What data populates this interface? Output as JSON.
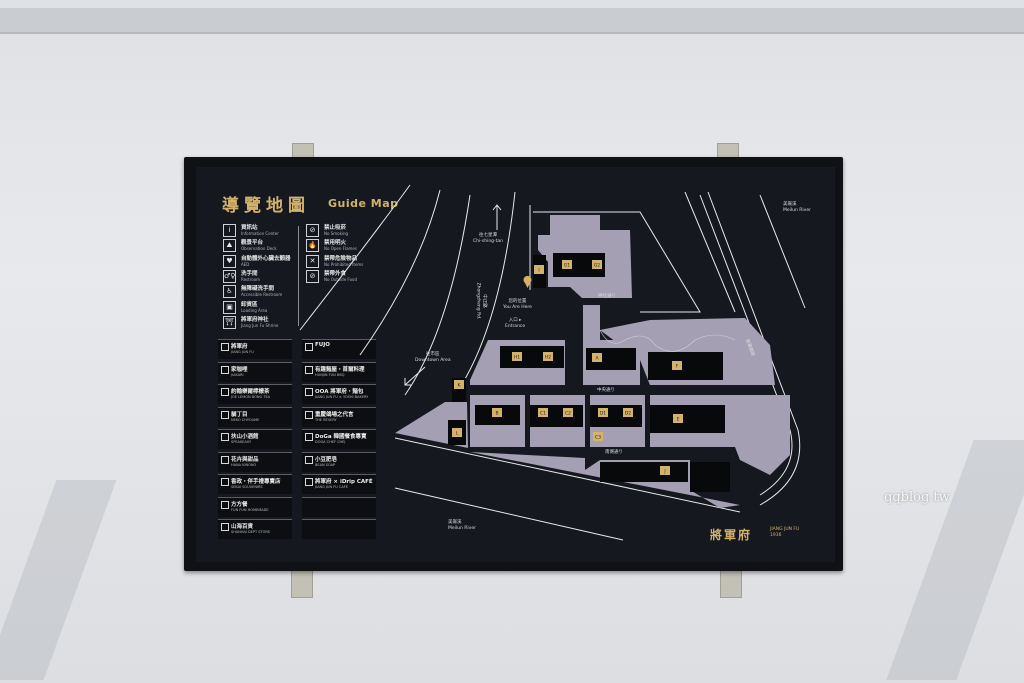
{
  "sign": {
    "title_zh": "導覽地圖",
    "title_en": "Guide Map",
    "brand_zh": "將軍府",
    "brand_en": "JIANG JUN FU",
    "brand_year": "1936"
  },
  "legend": {
    "facilities": [
      {
        "icon": "info-icon",
        "glyph": "i",
        "zh": "資訊站",
        "en": "Information Center"
      },
      {
        "icon": "observation-deck-icon",
        "glyph": "⛰",
        "zh": "觀景平台",
        "en": "Observation Deck"
      },
      {
        "icon": "aed-icon",
        "glyph": "♥",
        "zh": "自動體外心臟去顫器",
        "en": "AED"
      },
      {
        "icon": "restroom-icon",
        "glyph": "♂♀",
        "zh": "洗手間",
        "en": "Restroom"
      },
      {
        "icon": "accessible-icon",
        "glyph": "♿",
        "zh": "無障礙洗手間",
        "en": "Accessible Restroom"
      },
      {
        "icon": "loading-area-icon",
        "glyph": "▣",
        "zh": "卸貨區",
        "en": "Loading Area"
      },
      {
        "icon": "shrine-icon",
        "glyph": "⛩",
        "zh": "將軍府神社",
        "en": "Jiang Jun Fu Shrine"
      }
    ],
    "prohibitions": [
      {
        "icon": "no-smoking-icon",
        "glyph": "⊘",
        "zh": "禁止吸菸",
        "en": "No Smoking"
      },
      {
        "icon": "no-open-flames-icon",
        "glyph": "🔥",
        "zh": "禁用明火",
        "en": "No Open Flames"
      },
      {
        "icon": "no-prohibited-items-icon",
        "glyph": "✕",
        "zh": "禁帶危險物品",
        "en": "No Prohibited Items"
      },
      {
        "icon": "no-outside-food-icon",
        "glyph": "⊘",
        "zh": "禁帶外食",
        "en": "No Outside Food"
      }
    ]
  },
  "stores_left": [
    {
      "zh": "將軍府",
      "en": "JIANG JUN FU"
    },
    {
      "zh": "家咖哩",
      "en": "JIAKARI"
    },
    {
      "zh": "約翰樂爾檸檬茶",
      "en": "JOE LEMON BONG TEA"
    },
    {
      "zh": "貓丁目",
      "en": "NEKO CHYOUME"
    },
    {
      "zh": "扶山小酒館",
      "en": "SPEAKEASY"
    },
    {
      "zh": "花卉與甜品",
      "en": "HANA KINONO"
    },
    {
      "zh": "香政・伴手禮專賣店",
      "en": "SEKAI SOUVENIRS"
    },
    {
      "zh": "方方餐",
      "en": "FUN FUN HOMEMADE"
    },
    {
      "zh": "山海百貨",
      "en": "SHANHAI DEPT STORE"
    }
  ],
  "stores_right": [
    {
      "zh": "FUJO",
      "en": ""
    },
    {
      "zh": "有趣麵屋・首爾料理",
      "en": "HUNJIN FUN BBQ"
    },
    {
      "zh": "OOA 將軍府・麵包",
      "en": "JIANG JUN FU × YOSHI BAKERY"
    },
    {
      "zh": "重慶鴿場之代言",
      "en": "THE REVERY"
    },
    {
      "zh": "DoGa 韓國餐食專賣",
      "en": "DOGA CHEF CHEJ"
    },
    {
      "zh": "小豆肥皂",
      "en": "BEAN SOAP"
    },
    {
      "zh": "將軍府 × iDrip CAFÉ",
      "en": "JIANG JUN FU CAFÉ"
    },
    {
      "zh": "",
      "en": ""
    },
    {
      "zh": "",
      "en": ""
    }
  ],
  "map": {
    "north": {
      "zh": "往七星潭",
      "en": "Chi-shing-tan"
    },
    "downtown": {
      "zh": "往市區",
      "en": "Downtown Area"
    },
    "road_west": {
      "zh": "中正路",
      "en": "Zhongzheng Rd."
    },
    "you_are_here": {
      "zh": "您的位置",
      "en": "You Are Here"
    },
    "entrance": {
      "zh": "入口 ▸",
      "en": "Entrance"
    },
    "river_ne": {
      "zh": "美崙溪",
      "en": "Meilun River"
    },
    "river_s": {
      "zh": "美崙溪",
      "en": "Meilun River"
    },
    "street_shrine": "神社通り",
    "street_central": "中央通り",
    "street_south": "南側通り",
    "road_east": "菁華橋路",
    "buildings": [
      "G1",
      "G2",
      "I",
      "H1",
      "H2",
      "A",
      "F",
      "B",
      "C1",
      "C2",
      "C3",
      "D1",
      "D2",
      "E",
      "J",
      "K",
      "L"
    ]
  },
  "watermark": "qqblog.tw",
  "colors": {
    "board": "#15191f",
    "gold": "#d4b26a",
    "lavender": "#a59fb4",
    "building": "#08090b"
  }
}
